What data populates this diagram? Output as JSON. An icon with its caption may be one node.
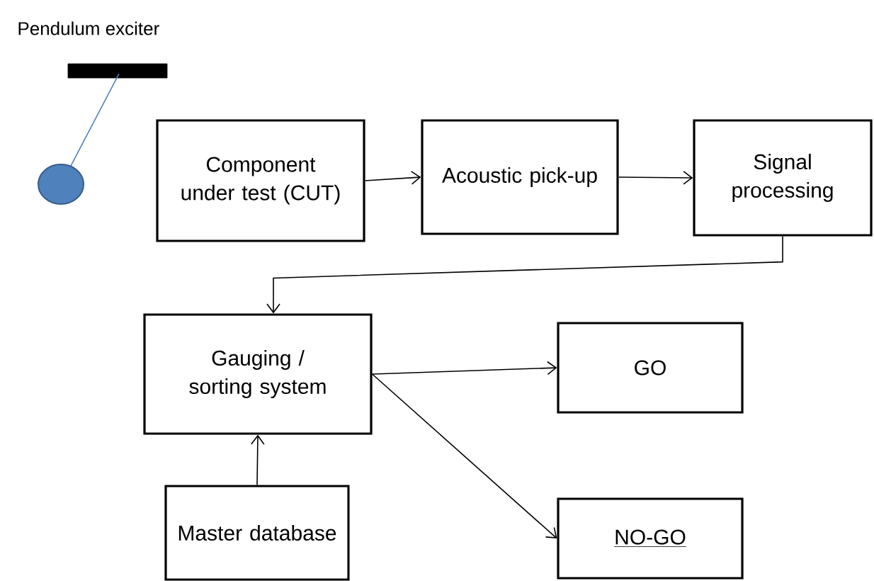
{
  "diagram": {
    "nodes": [
      {
        "text": [
          "Component under test (CUT)"
        ]
      },
      {
        "text": [
          "Acoustic pick-up"
        ]
      },
      {
        "text": [
          "Signal processing"
        ]
      },
      {
        "text": [
          "Gauging / sorting system"
        ]
      },
      {
        "text": [
          "GO"
        ]
      },
      {
        "text": [
          "NO-GO"
        ]
      },
      {
        "text": [
          "Master database"
        ]
      }
    ],
    "edges": [
      {
        "from": 0,
        "to": 1,
        "arrow": "to"
      },
      {
        "from": 1,
        "to": 2,
        "arrow": "to"
      },
      {
        "from": 2,
        "to": 3,
        "arrow": "to"
      },
      {
        "from": 3,
        "to": 4,
        "arrow": "to"
      },
      {
        "from": 3,
        "to": 5,
        "arrow": "to"
      },
      {
        "from": 6,
        "to": 3,
        "arrow": "to"
      }
    ],
    "labels": [
      "Pendulum exciter"
    ]
  }
}
